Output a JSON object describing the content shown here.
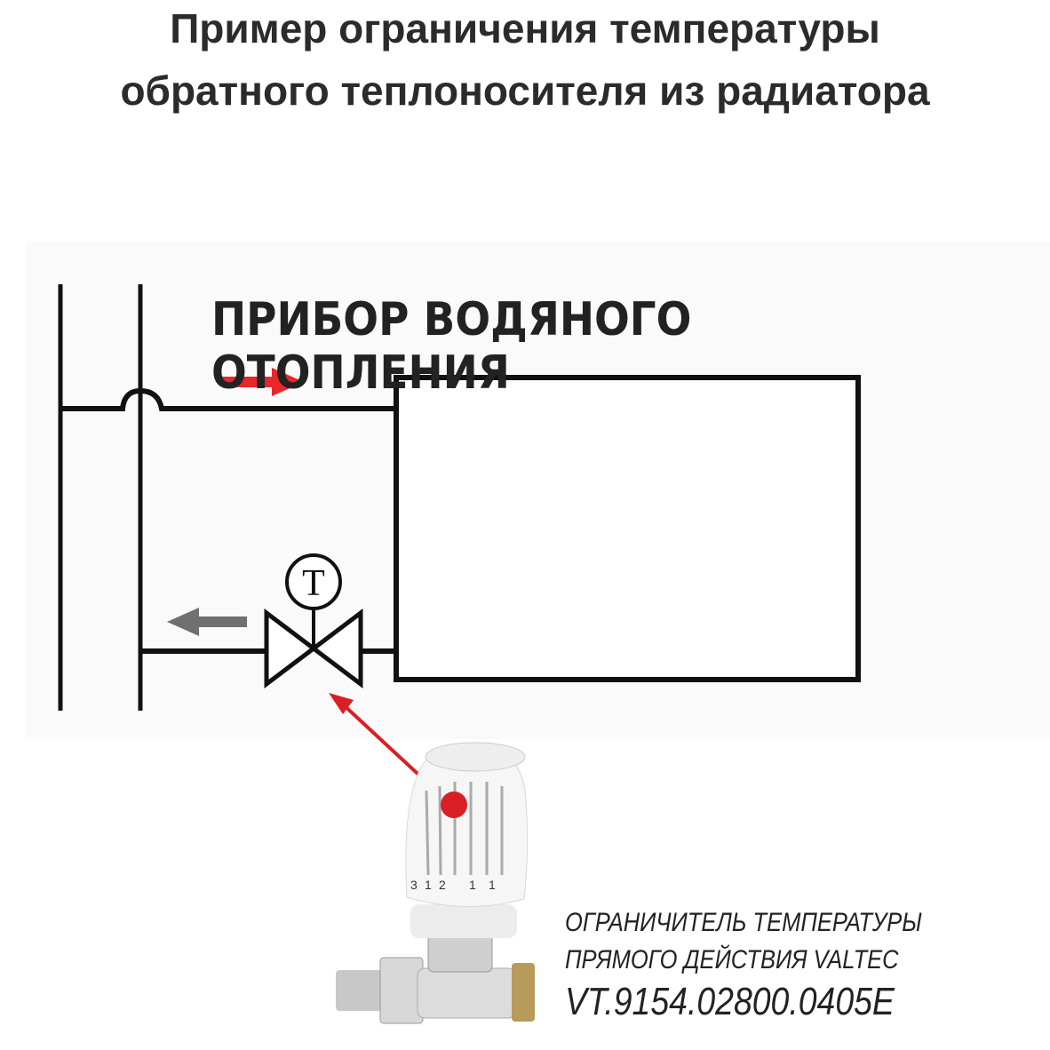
{
  "title": {
    "line1": "Пример ограничения температуры",
    "line2": "обратного теплоносителя из радиатора"
  },
  "diagram": {
    "device_label": "ПРИБОР ВОДЯНОГО ОТОПЛЕНИЯ",
    "thermo_symbol": "T",
    "supply_arrow_color": "#e8262b",
    "return_arrow_color": "#707070",
    "pointer_color": "#d91f26"
  },
  "product": {
    "scale_marks": [
      "3",
      "1",
      "2",
      "1",
      "1"
    ],
    "caption_line1": "ОГРАНИЧИТЕЛЬ ТЕМПЕРАТУРЫ",
    "caption_line2": "ПРЯМОГО ДЕЙСТВИЯ VALTEC",
    "caption_line3": "VT.9154.02800.0405E"
  }
}
